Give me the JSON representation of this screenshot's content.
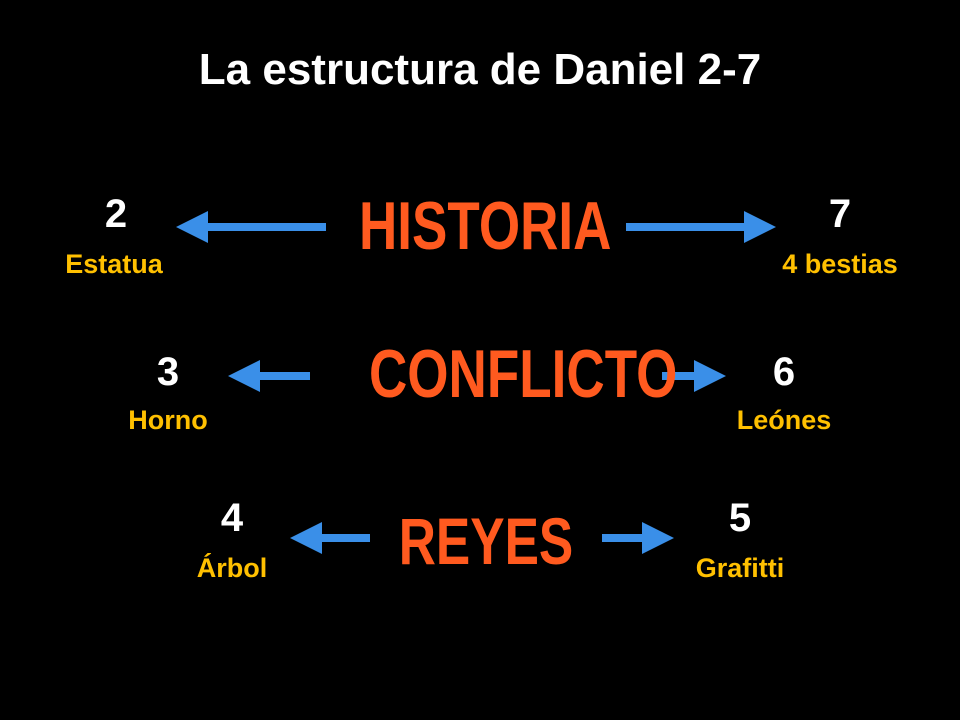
{
  "title": "La estructura de Daniel 2-7",
  "colors": {
    "background": "#000000",
    "title": "#ffffff",
    "theme": "#ff5a1f",
    "number": "#ffffff",
    "subtitle": "#ffc000",
    "arrow": "#3a8fe8"
  },
  "rows": [
    {
      "theme": "HISTORIA",
      "left": {
        "number": "2",
        "label": "Estatua"
      },
      "right": {
        "number": "7",
        "label": "4 bestias"
      }
    },
    {
      "theme": "CONFLICTO",
      "left": {
        "number": "3",
        "label": "Horno"
      },
      "right": {
        "number": "6",
        "label": "Leónes"
      }
    },
    {
      "theme": "REYES",
      "left": {
        "number": "4",
        "label": "Árbol"
      },
      "right": {
        "number": "5",
        "label": "Grafitti"
      }
    }
  ]
}
